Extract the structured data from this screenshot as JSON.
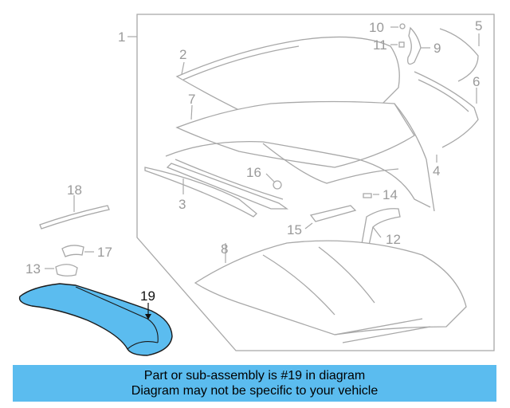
{
  "diagram": {
    "callouts": [
      "1",
      "2",
      "3",
      "4",
      "5",
      "6",
      "7",
      "8",
      "9",
      "10",
      "11",
      "12",
      "13",
      "14",
      "15",
      "16",
      "17",
      "18",
      "19"
    ],
    "highlight_part": "19",
    "colors": {
      "highlight_fill": "#5bbcef",
      "banner": "#5bbcef",
      "line_art": "#a8a8a8"
    }
  },
  "banner": {
    "line1": "Part or sub-assembly is #19 in diagram",
    "line2": "Diagram may not be specific to your vehicle"
  }
}
